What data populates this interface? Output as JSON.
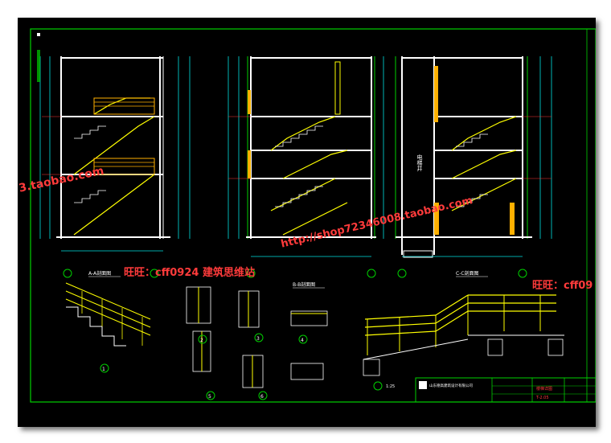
{
  "watermarks": {
    "left_url": "3.taobao.com",
    "contact_left": "旺旺：cff0924 建筑思维站",
    "center_url": "http://shop72346008.taobao.com",
    "contact_right": "旺旺：cff09"
  },
  "drawing": {
    "section_label_left": "A-A剖面图",
    "section_label_middle": "B-B剖面图",
    "section_label_right": "C-C剖面图",
    "vertical_label": "电梯井",
    "ramp_label": "1:25",
    "detail_numbers": [
      "1",
      "2",
      "3",
      "4",
      "5",
      "6"
    ],
    "title_block": {
      "company": "山东德高建筑设计有限公司",
      "drawing_name": "楼梯详图",
      "sheet": "T-2.05"
    }
  },
  "colors": {
    "background": "#000000",
    "frame_line": "#00d000",
    "wall": "#ffffff",
    "stair": "#ffff00",
    "handrail": "#ffb000",
    "dimension": "#00e0e0",
    "level_line": "#ff3b3b",
    "watermark": "#ff3b3b"
  }
}
